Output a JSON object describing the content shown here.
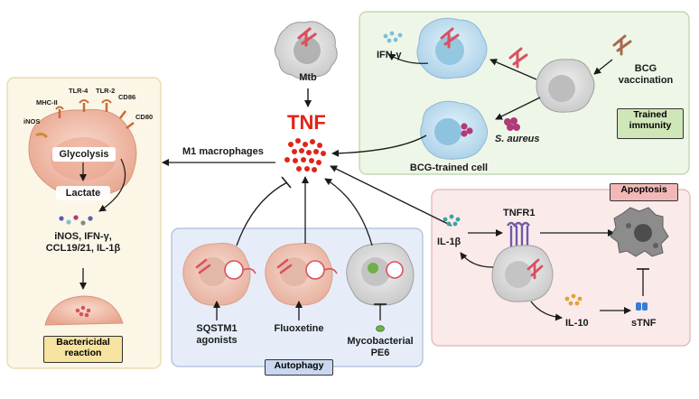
{
  "labels": {
    "mtb": "Mtb",
    "tnf": "TNF",
    "ifn_gamma": "IFN-γ",
    "bcg_vaccination": "BCG\nvaccination",
    "s_aureus": "S. aureus",
    "bcg_trained_cell": "BCG-trained cell",
    "trained_immunity": "Trained\nimmunity",
    "m1_macrophages": "M1 macrophages",
    "mhc_ii": "MHC-II",
    "tlr4": "TLR-4",
    "tlr2": "TLR-2",
    "cd86": "CD86",
    "cd80": "CD80",
    "inos_small": "iNOS",
    "glycolysis": "Glycolysis",
    "lactate": "Lactate",
    "cytokines": "iNOS, IFN-γ,\nCCL19/21, IL-1β",
    "bactericidal": "Bactericidal\nreaction",
    "sqstm1": "SQSTM1\nagonists",
    "fluoxetine": "Fluoxetine",
    "pe6": "Mycobacterial\nPE6",
    "autophagy": "Autophagy",
    "apoptosis": "Apoptosis",
    "tnfr1": "TNFR1",
    "il1b": "IL-1β",
    "il10": "IL-10",
    "stnf": "sTNF"
  },
  "colors": {
    "tnf_red": "#e02418",
    "mtb_pink": "#d9515f",
    "cell_gray": "#dcdcdc",
    "cell_blue": "#cfe6f3",
    "macrophage_peach": "#f4c6b2",
    "green_panel": "#eef6e8",
    "yellow_panel": "#fbf6e6",
    "blue_panel": "#e6edf8",
    "pink_panel": "#fbeaea"
  }
}
